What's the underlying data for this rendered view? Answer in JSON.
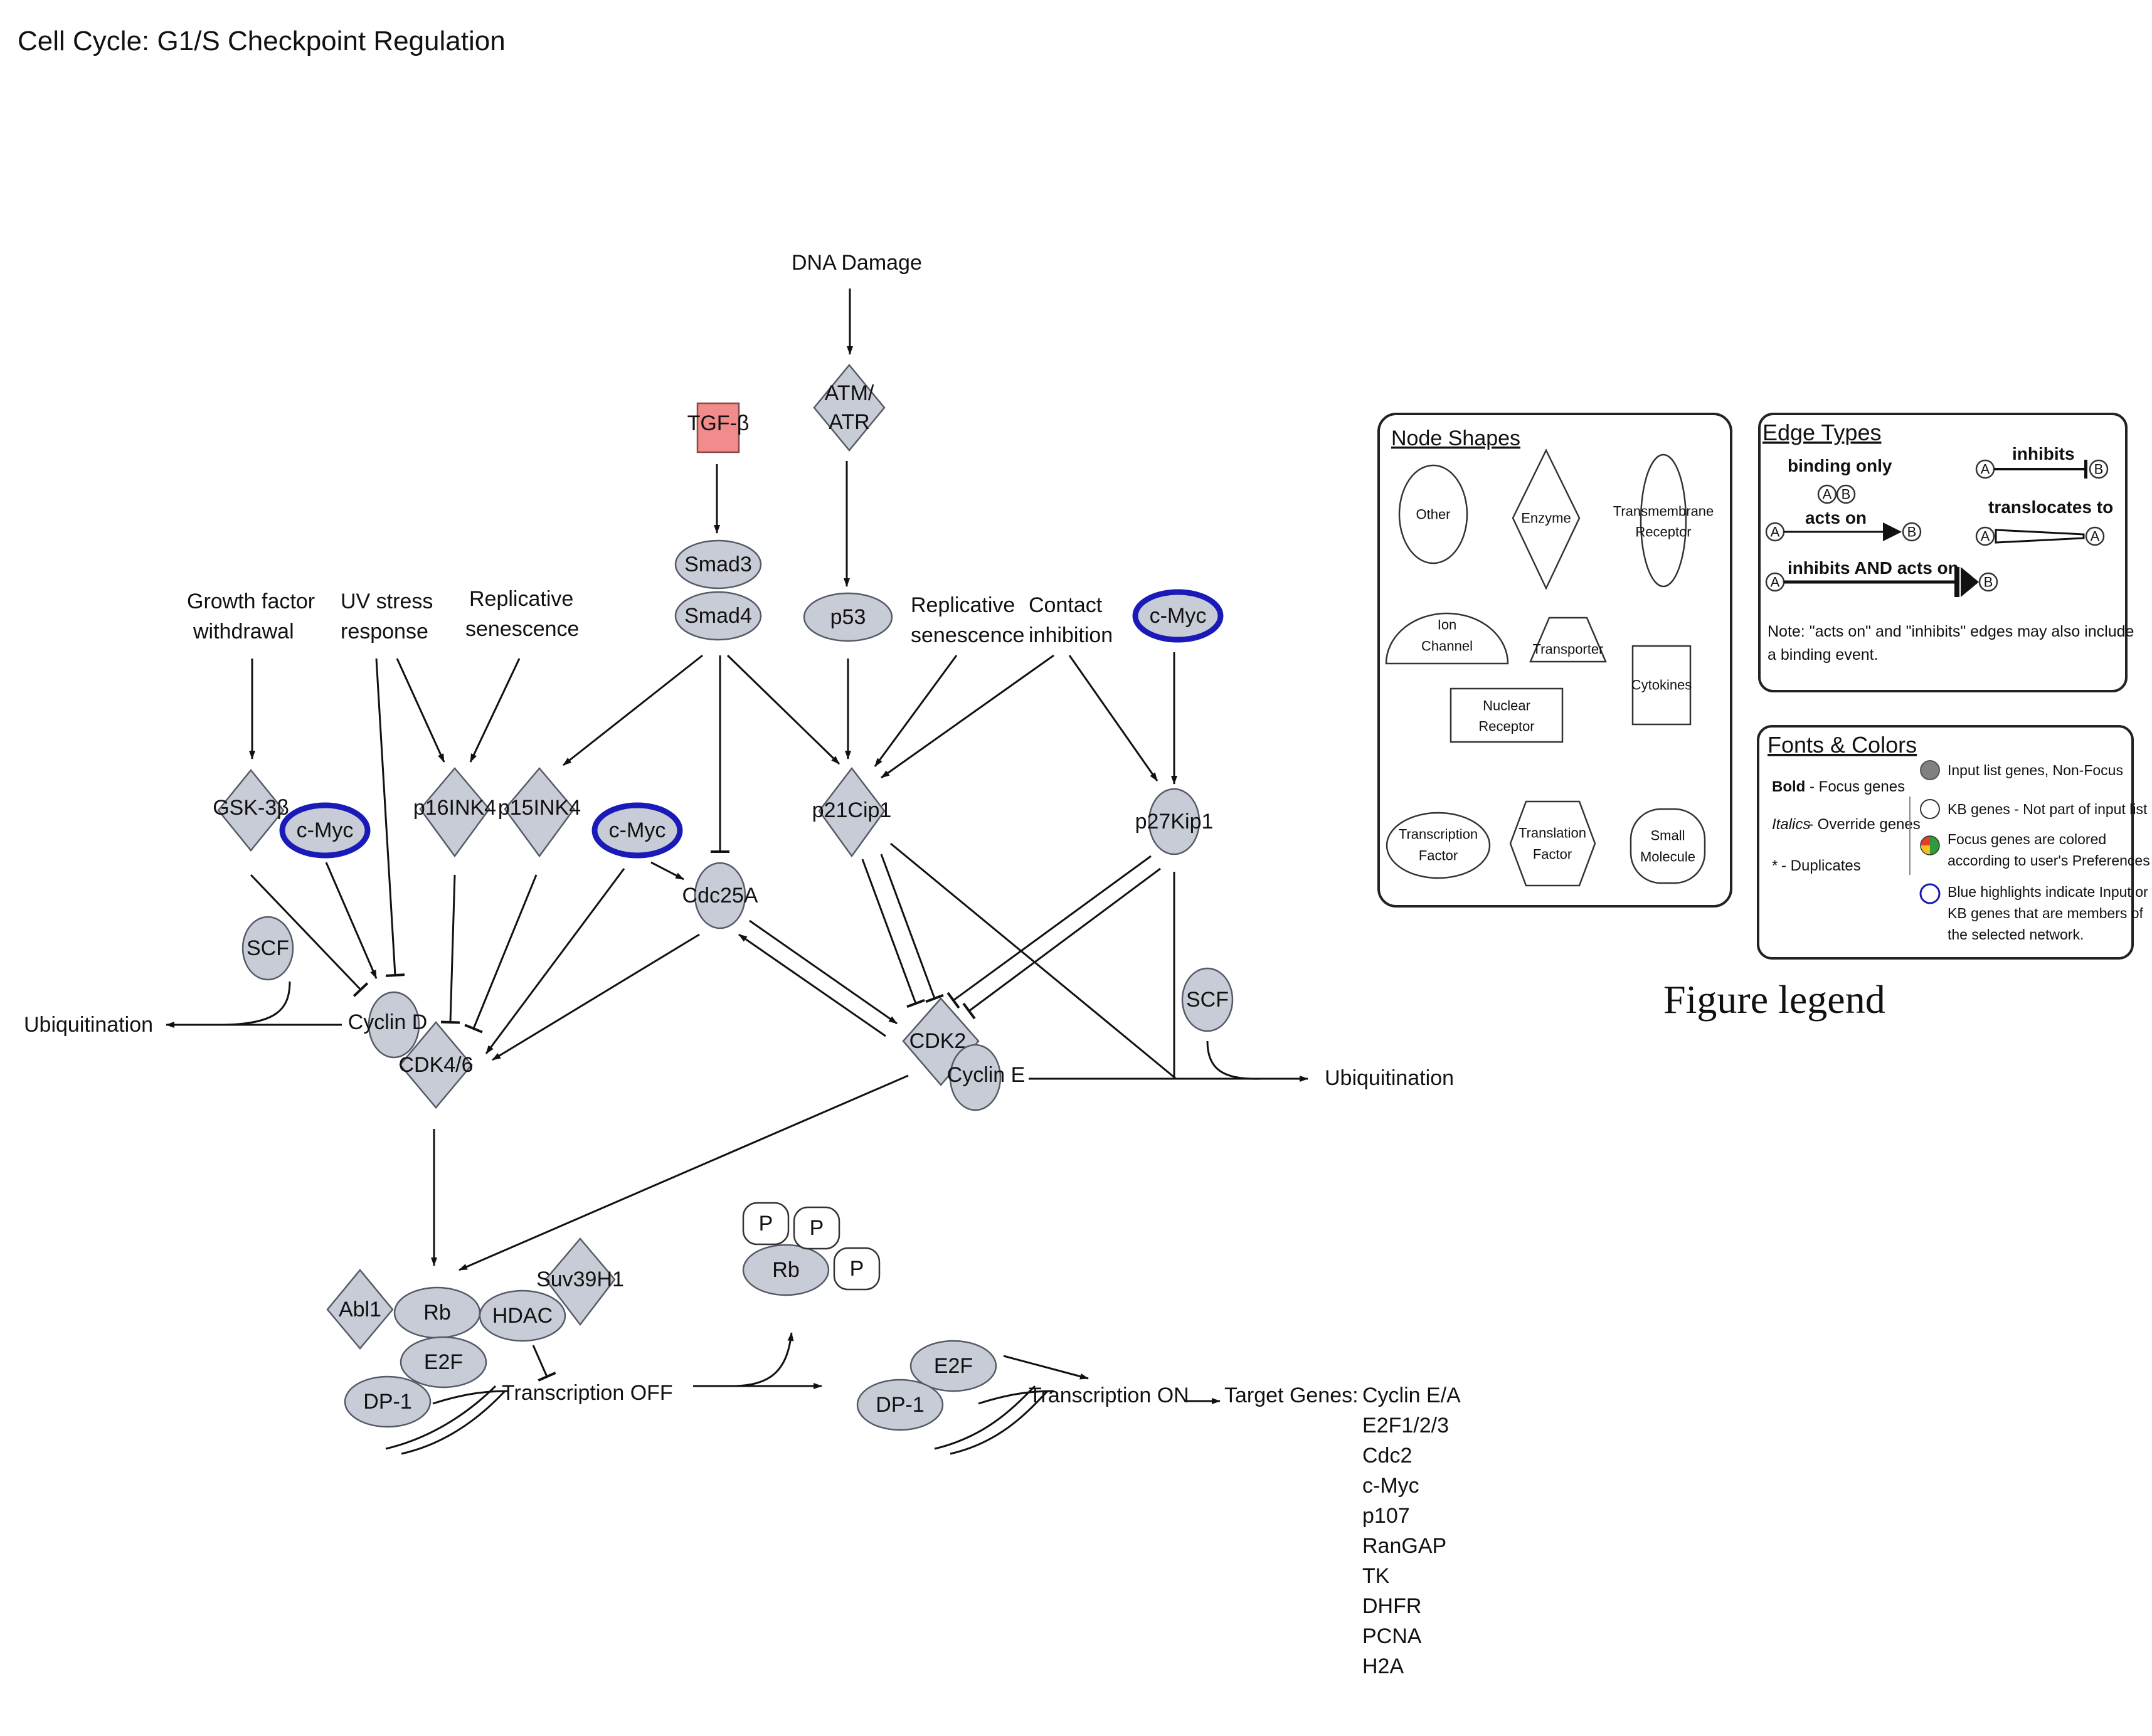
{
  "title": "Cell Cycle: G1/S Checkpoint Regulation",
  "caption": "Figure legend",
  "stimuli": {
    "dna_damage": "DNA Damage",
    "gf_withdrawal_1": "Growth factor",
    "gf_withdrawal_2": "withdrawal",
    "uv_stress_1": "UV stress",
    "uv_stress_2": "response",
    "rep_sen_a1": "Replicative",
    "rep_sen_a2": "senescence",
    "rep_sen_b1": "Replicative",
    "rep_sen_b2": "senescence",
    "contact_1": "Contact",
    "contact_2": "inhibition",
    "ubiq_left": "Ubiquitination",
    "ubiq_right": "Ubiquitination",
    "transcription_off": "Transcription OFF",
    "transcription_on": "Transcription ON",
    "target_genes": "Target Genes:"
  },
  "nodes": {
    "tgfb": "TGF-β",
    "atm_1": "ATM/",
    "atm_2": "ATR",
    "smad3": "Smad3",
    "smad4": "Smad4",
    "p53": "p53",
    "cmyc_right": "c-Myc",
    "gsk3b": "GSK-3β",
    "cmyc_left": "c-Myc",
    "p16": "p16INK4",
    "p15": "p15INK4",
    "cmyc_mid": "c-Myc",
    "cdc25a": "Cdc25A",
    "p21": "p21Cip1",
    "p27": "p27Kip1",
    "scf_left": "SCF",
    "scf_right": "SCF",
    "cyclin_d": "Cyclin D",
    "cdk46": "CDK4/6",
    "cdk2": "CDK2",
    "cyclin_e": "Cyclin E",
    "abl1": "Abl1",
    "rb": "Rb",
    "hdac": "HDAC",
    "suv39h1": "Suv39H1",
    "e2f": "E2F",
    "dp1": "DP-1",
    "p_a": "P",
    "p_b": "P",
    "p_c": "P",
    "rb2": "Rb",
    "e2f2": "E2F",
    "dp1_2": "DP-1"
  },
  "target_genes_list": [
    "Cyclin E/A",
    "E2F1/2/3",
    "Cdc2",
    "c-Myc",
    "p107",
    "RanGAP",
    "TK",
    "DHFR",
    "PCNA",
    "H2A"
  ],
  "legend": {
    "node_shapes": {
      "heading": "Node Shapes",
      "other": "Other",
      "enzyme": "Enzyme",
      "transmembrane_1": "Transmembrane",
      "transmembrane_2": "Receptor",
      "ion_1": "Ion",
      "ion_2": "Channel",
      "transporter": "Transporter",
      "cytokines": "Cytokines",
      "nuclear_1": "Nuclear",
      "nuclear_2": "Receptor",
      "tf_1": "Transcription",
      "tf_2": "Factor",
      "trans_1": "Translation",
      "trans_2": "Factor",
      "sm_1": "Small",
      "sm_2": "Molecule"
    },
    "edge_types": {
      "heading": "Edge Types",
      "binding_only": "binding only",
      "acts_on": "acts on",
      "inhibits_and_acts_on": "inhibits AND acts on",
      "inhibits": "inhibits",
      "translocates_to": "translocates to",
      "a": "A",
      "b": "B",
      "note_1": "Note: \"acts on\" and \"inhibits\" edges may also include",
      "note_2": "a binding event."
    },
    "fonts_colors": {
      "heading": "Fonts & Colors",
      "bold_key": "Bold",
      "bold_desc": " - Focus genes",
      "italics_key": "Italics",
      "italics_desc": " - Override genes",
      "dup_key": "*",
      "dup_desc": " - Duplicates",
      "input_list": "Input list genes, Non-Focus",
      "kb_genes": "KB genes - Not part of input list",
      "focus_1": "Focus genes are colored",
      "focus_2": "according to user's Preferences",
      "blue_1": "Blue highlights indicate Input or",
      "blue_2": "KB genes that are members of",
      "blue_3": "the selected network."
    }
  },
  "colors": {
    "node_fill": "#c8ccd6",
    "node_stroke": "#555a66",
    "focus_ring": "#1a1ab8",
    "tgfb_fill": "#f28b8b"
  }
}
